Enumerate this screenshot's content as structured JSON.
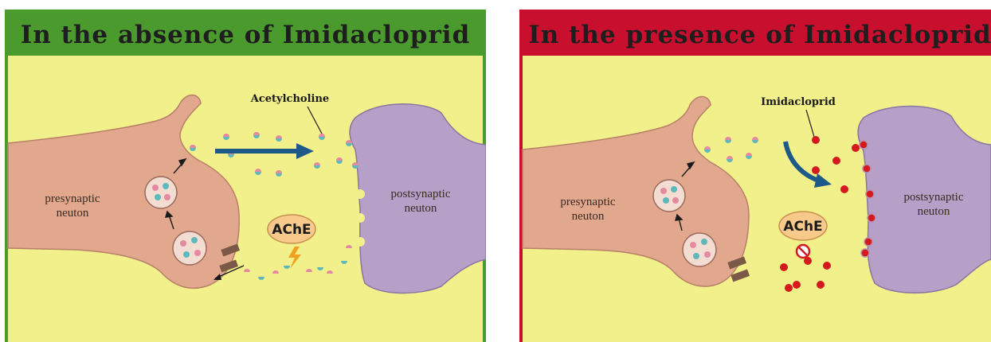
{
  "left_panel": {
    "title": "In the absence of Imidacloprid",
    "presynaptic_label_line1": "presynaptic",
    "presynaptic_label_line2": "neuton",
    "postsynaptic_label_line1": "postsynaptic",
    "postsynaptic_label_line2": "neuton",
    "callout": "Acetylcholine",
    "enzyme": "AChE"
  },
  "right_panel": {
    "title": "In the presence of Imidacloprid",
    "presynaptic_label_line1": "presynaptic",
    "presynaptic_label_line2": "neuton",
    "postsynaptic_label_line1": "postsynaptic",
    "postsynaptic_label_line2": "neuton",
    "callout": "Imidacloprid",
    "enzyme": "AChE"
  },
  "colors": {
    "left_frame": "#4a9a2e",
    "right_frame": "#c8102e",
    "background": "#f2f08a",
    "presynaptic": "#e2a88e",
    "postsynaptic": "#b6a0c8",
    "arrow": "#1d5a8a",
    "imidacloprid": "#d41a1f",
    "enzyme_fill": "#f7c98a"
  }
}
